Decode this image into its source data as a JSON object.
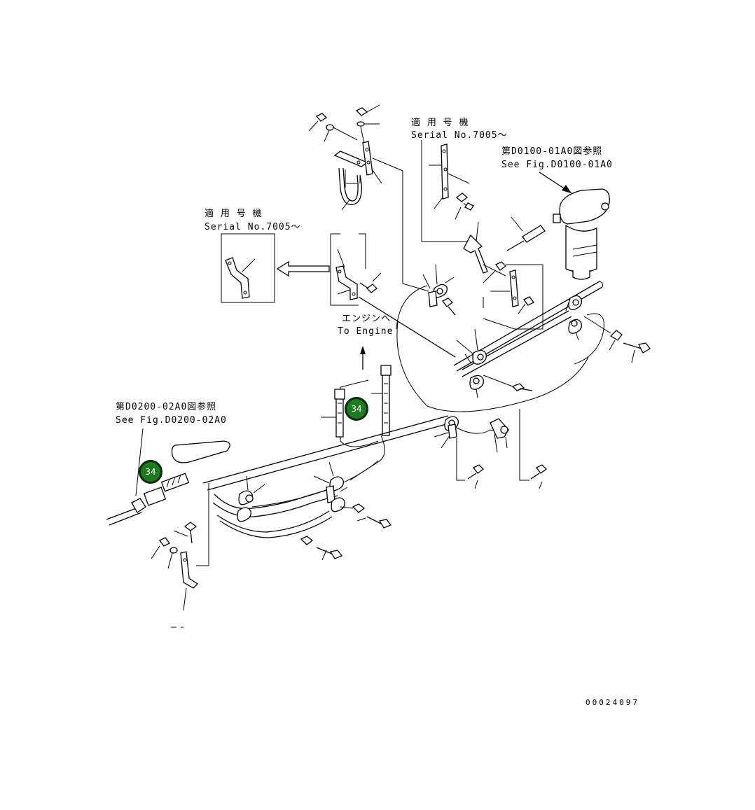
{
  "labels": {
    "serial_top": {
      "jp": "適 用 号 機",
      "en": "Serial No.7005～"
    },
    "serial_left": {
      "jp": "適 用 号 機",
      "en": "Serial No.7005～"
    },
    "ref_right": {
      "jp": "第D0100-01A0図参照",
      "en": "See Fig.D0100-01A0"
    },
    "ref_left": {
      "jp": "第D0200-02A0図参照",
      "en": "See Fig.D0200-02A0"
    },
    "to_engine": {
      "jp": "エンジンへ",
      "en": "To Engine"
    },
    "drawing_number": "00024097"
  },
  "callouts": [
    {
      "number": "34"
    },
    {
      "number": "34"
    }
  ]
}
